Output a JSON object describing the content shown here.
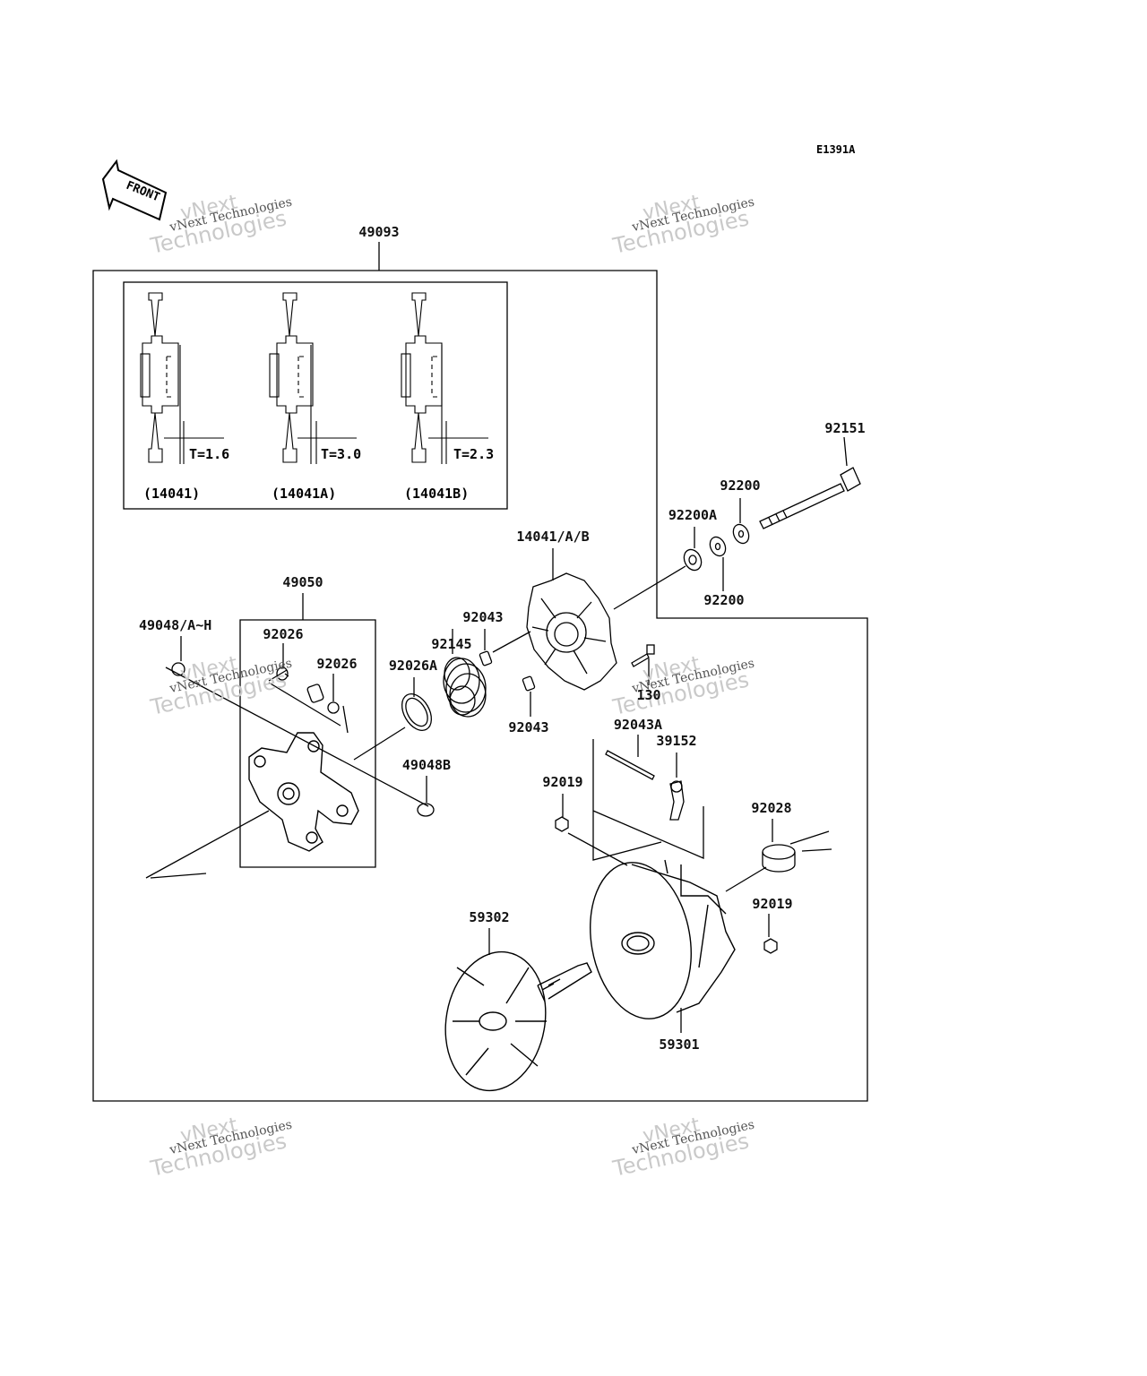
{
  "diagram_code": "E1391A",
  "front_label": "FRONT",
  "watermark": {
    "line1": "vNext",
    "line2": "vNext Technologies",
    "line3": "Technologies"
  },
  "inset": {
    "variants": [
      {
        "thickness": "T=1.6",
        "part": "(14041)"
      },
      {
        "thickness": "T=3.0",
        "part": "(14041A)"
      },
      {
        "thickness": "T=2.3",
        "part": "(14041B)"
      }
    ]
  },
  "labels": {
    "assembly": "49093",
    "p92151": "92151",
    "p92200_top": "92200",
    "p92200A": "92200A",
    "p92200_bottom": "92200",
    "p14041": "14041/A/B",
    "p49050": "49050",
    "p49048": "49048/A~H",
    "p92026_a": "92026",
    "p92026_b": "92026",
    "p92043_top": "92043",
    "p92145": "92145",
    "p92026A": "92026A",
    "p92043_bottom": "92043",
    "p130": "130",
    "p92043A": "92043A",
    "p39152": "39152",
    "p49048B": "49048B",
    "p92019_a": "92019",
    "p92028": "92028",
    "p92019_b": "92019",
    "p59302": "59302",
    "p59301": "59301"
  }
}
